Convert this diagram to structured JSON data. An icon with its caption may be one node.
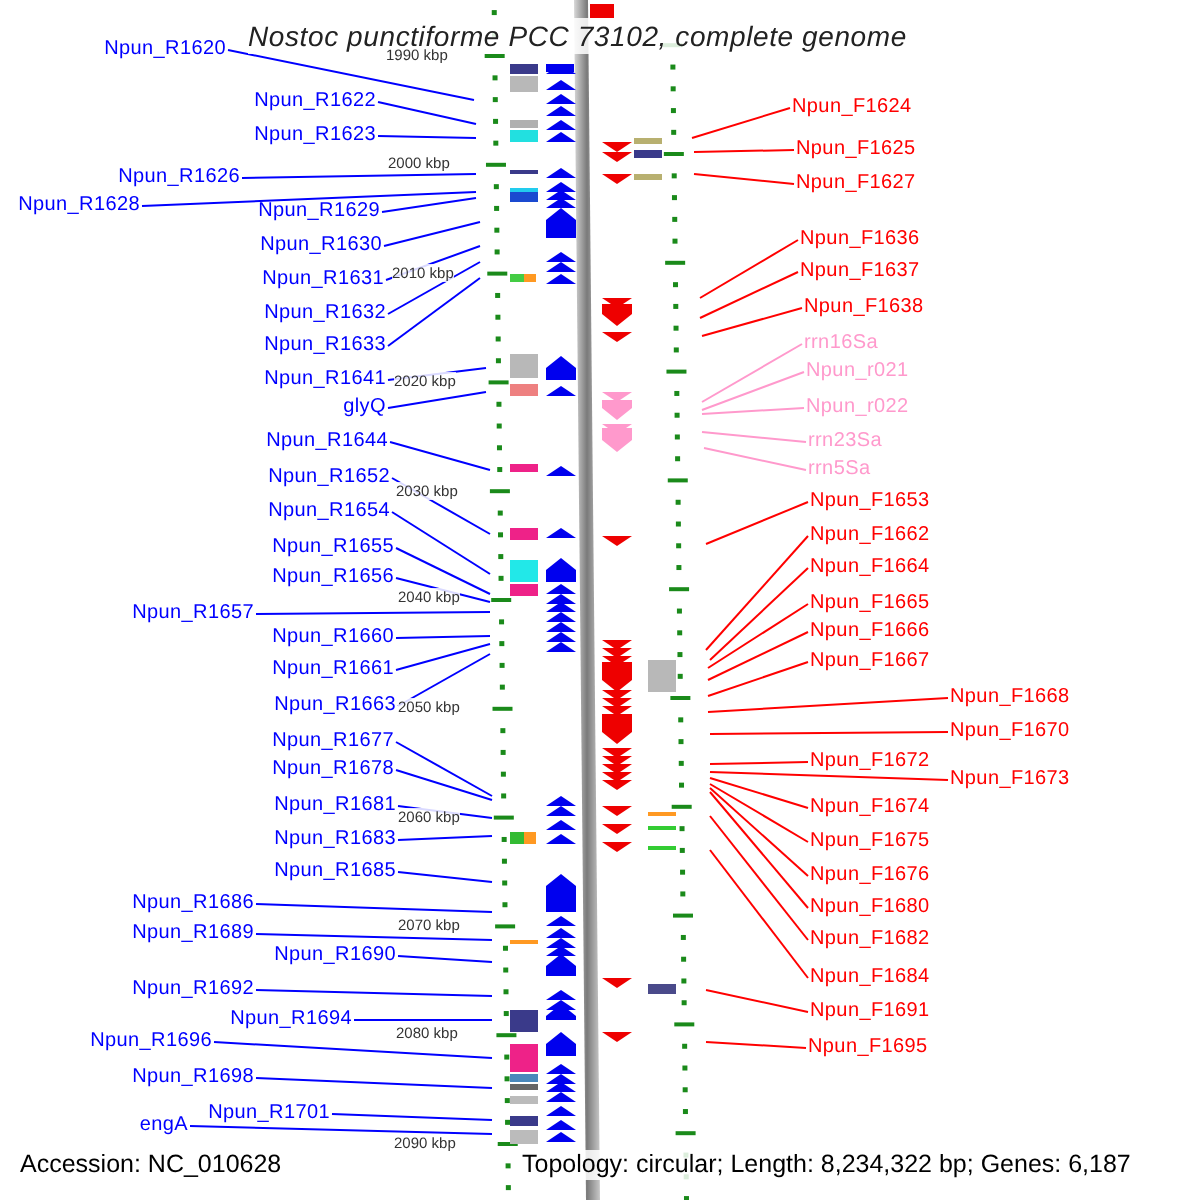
{
  "diagram": {
    "title": "Nostoc punctiforme PCC 73102, complete genome",
    "nodes": [
      {
        "text": [
          "Npun_R1620"
        ]
      },
      {
        "text": [
          "Npun_R1622"
        ]
      },
      {
        "text": [
          "Npun_R1623"
        ]
      },
      {
        "text": [
          "Npun_R1626"
        ]
      },
      {
        "text": [
          "Npun_R1628"
        ]
      },
      {
        "text": [
          "Npun_R1629"
        ]
      },
      {
        "text": [
          "Npun_R1630"
        ]
      },
      {
        "text": [
          "Npun_R1631"
        ]
      },
      {
        "text": [
          "Npun_R1632"
        ]
      },
      {
        "text": [
          "Npun_R1633"
        ]
      },
      {
        "text": [
          "Npun_R1641"
        ]
      },
      {
        "text": [
          "glyQ"
        ]
      },
      {
        "text": [
          "Npun_R1644"
        ]
      },
      {
        "text": [
          "Npun_R1652"
        ]
      },
      {
        "text": [
          "Npun_R1654"
        ]
      },
      {
        "text": [
          "Npun_R1655"
        ]
      },
      {
        "text": [
          "Npun_R1656"
        ]
      },
      {
        "text": [
          "Npun_R1657"
        ]
      },
      {
        "text": [
          "Npun_R1660"
        ]
      },
      {
        "text": [
          "Npun_R1661"
        ]
      },
      {
        "text": [
          "Npun_R1663"
        ]
      },
      {
        "text": [
          "Npun_R1677"
        ]
      },
      {
        "text": [
          "Npun_R1678"
        ]
      },
      {
        "text": [
          "Npun_R1681"
        ]
      },
      {
        "text": [
          "Npun_R1683"
        ]
      },
      {
        "text": [
          "Npun_R1685"
        ]
      },
      {
        "text": [
          "Npun_R1686"
        ]
      },
      {
        "text": [
          "Npun_R1689"
        ]
      },
      {
        "text": [
          "Npun_R1690"
        ]
      },
      {
        "text": [
          "Npun_R1692"
        ]
      },
      {
        "text": [
          "Npun_R1694"
        ]
      },
      {
        "text": [
          "Npun_R1696"
        ]
      },
      {
        "text": [
          "Npun_R1698"
        ]
      },
      {
        "text": [
          "Npun_R1701"
        ]
      },
      {
        "text": [
          "engA"
        ]
      },
      {
        "text": [
          "Npun_F1624"
        ]
      },
      {
        "text": [
          "Npun_F1625"
        ]
      },
      {
        "text": [
          "Npun_F1627"
        ]
      },
      {
        "text": [
          "Npun_F1636"
        ]
      },
      {
        "text": [
          "Npun_F1637"
        ]
      },
      {
        "text": [
          "Npun_F1638"
        ]
      },
      {
        "text": [
          "rrn16Sa"
        ]
      },
      {
        "text": [
          "Npun_r021"
        ]
      },
      {
        "text": [
          "Npun_r022"
        ]
      },
      {
        "text": [
          "rrn23Sa"
        ]
      },
      {
        "text": [
          "rrn5Sa"
        ]
      },
      {
        "text": [
          "Npun_F1653"
        ]
      },
      {
        "text": [
          "Npun_F1662"
        ]
      },
      {
        "text": [
          "Npun_F1664"
        ]
      },
      {
        "text": [
          "Npun_F1665"
        ]
      },
      {
        "text": [
          "Npun_F1666"
        ]
      },
      {
        "text": [
          "Npun_F1667"
        ]
      },
      {
        "text": [
          "Npun_F1668"
        ]
      },
      {
        "text": [
          "Npun_F1670"
        ]
      },
      {
        "text": [
          "Npun_F1672"
        ]
      },
      {
        "text": [
          "Npun_F1673"
        ]
      },
      {
        "text": [
          "Npun_F1674"
        ]
      },
      {
        "text": [
          "Npun_F1675"
        ]
      },
      {
        "text": [
          "Npun_F1676"
        ]
      },
      {
        "text": [
          "Npun_F1680"
        ]
      },
      {
        "text": [
          "Npun_F1682"
        ]
      },
      {
        "text": [
          "Npun_F1684"
        ]
      },
      {
        "text": [
          "Npun_F1691"
        ]
      },
      {
        "text": [
          "Npun_F1695"
        ]
      }
    ],
    "edges": [
      {
        "from": 0,
        "to": null,
        "arrow": "none"
      },
      {
        "from": 1,
        "to": null,
        "arrow": "none"
      },
      {
        "from": 2,
        "to": null,
        "arrow": "none"
      },
      {
        "from": 3,
        "to": null,
        "arrow": "none"
      },
      {
        "from": 4,
        "to": null,
        "arrow": "none"
      },
      {
        "from": 5,
        "to": null,
        "arrow": "none"
      },
      {
        "from": 6,
        "to": null,
        "arrow": "none"
      },
      {
        "from": 7,
        "to": null,
        "arrow": "none"
      },
      {
        "from": 8,
        "to": null,
        "arrow": "none"
      },
      {
        "from": 9,
        "to": null,
        "arrow": "none"
      },
      {
        "from": 10,
        "to": null,
        "arrow": "none"
      },
      {
        "from": 11,
        "to": null,
        "arrow": "none"
      },
      {
        "from": 12,
        "to": null,
        "arrow": "none"
      },
      {
        "from": 13,
        "to": null,
        "arrow": "none"
      },
      {
        "from": 14,
        "to": null,
        "arrow": "none"
      },
      {
        "from": 15,
        "to": null,
        "arrow": "none"
      },
      {
        "from": 16,
        "to": null,
        "arrow": "none"
      },
      {
        "from": 17,
        "to": null,
        "arrow": "none"
      },
      {
        "from": 18,
        "to": null,
        "arrow": "none"
      },
      {
        "from": 19,
        "to": null,
        "arrow": "none"
      },
      {
        "from": 20,
        "to": null,
        "arrow": "none"
      },
      {
        "from": 21,
        "to": null,
        "arrow": "none"
      },
      {
        "from": 22,
        "to": null,
        "arrow": "none"
      },
      {
        "from": 23,
        "to": null,
        "arrow": "none"
      },
      {
        "from": 24,
        "to": null,
        "arrow": "none"
      },
      {
        "from": 25,
        "to": null,
        "arrow": "none"
      },
      {
        "from": 26,
        "to": null,
        "arrow": "none"
      },
      {
        "from": 27,
        "to": null,
        "arrow": "none"
      },
      {
        "from": 28,
        "to": null,
        "arrow": "none"
      },
      {
        "from": 29,
        "to": null,
        "arrow": "none"
      },
      {
        "from": 30,
        "to": null,
        "arrow": "none"
      },
      {
        "from": 31,
        "to": null,
        "arrow": "none"
      },
      {
        "from": 32,
        "to": null,
        "arrow": "none"
      },
      {
        "from": 33,
        "to": null,
        "arrow": "none"
      },
      {
        "from": 34,
        "to": null,
        "arrow": "none"
      },
      {
        "from": 35,
        "to": null,
        "arrow": "none",
        "color": "#ff0000"
      },
      {
        "from": 36,
        "to": null,
        "arrow": "none",
        "color": "#ff0000"
      },
      {
        "from": 37,
        "to": null,
        "arrow": "none",
        "color": "#ff0000"
      },
      {
        "from": 38,
        "to": null,
        "arrow": "none",
        "color": "#ff0000"
      },
      {
        "from": 39,
        "to": null,
        "arrow": "none",
        "color": "#ff0000"
      },
      {
        "from": 40,
        "to": null,
        "arrow": "none",
        "color": "#ff0000"
      },
      {
        "from": 41,
        "to": null,
        "arrow": "none",
        "color": "#ff99cc"
      },
      {
        "from": 42,
        "to": null,
        "arrow": "none",
        "color": "#ff99cc"
      },
      {
        "from": 43,
        "to": null,
        "arrow": "none",
        "color": "#ff99cc"
      },
      {
        "from": 44,
        "to": null,
        "arrow": "none",
        "color": "#ff99cc"
      },
      {
        "from": 45,
        "to": null,
        "arrow": "none",
        "color": "#ff99cc"
      },
      {
        "from": 46,
        "to": null,
        "arrow": "none",
        "color": "#ff0000"
      },
      {
        "from": 47,
        "to": null,
        "arrow": "none",
        "color": "#ff0000"
      },
      {
        "from": 48,
        "to": null,
        "arrow": "none",
        "color": "#ff0000"
      },
      {
        "from": 49,
        "to": null,
        "arrow": "none",
        "color": "#ff0000"
      },
      {
        "from": 50,
        "to": null,
        "arrow": "none",
        "color": "#ff0000"
      },
      {
        "from": 51,
        "to": null,
        "arrow": "none",
        "color": "#ff0000"
      },
      {
        "from": 52,
        "to": null,
        "arrow": "none",
        "color": "#ff0000"
      },
      {
        "from": 53,
        "to": null,
        "arrow": "none",
        "color": "#ff0000"
      },
      {
        "from": 54,
        "to": null,
        "arrow": "none",
        "color": "#ff0000"
      },
      {
        "from": 55,
        "to": null,
        "arrow": "none",
        "color": "#ff0000"
      },
      {
        "from": 56,
        "to": null,
        "arrow": "none",
        "color": "#ff0000"
      },
      {
        "from": 57,
        "to": null,
        "arrow": "none",
        "color": "#ff0000"
      },
      {
        "from": 58,
        "to": null,
        "arrow": "none",
        "color": "#ff0000"
      },
      {
        "from": 59,
        "to": null,
        "arrow": "none",
        "color": "#ff0000"
      },
      {
        "from": 60,
        "to": null,
        "arrow": "none",
        "color": "#ff0000"
      },
      {
        "from": 61,
        "to": null,
        "arrow": "none",
        "color": "#ff0000"
      },
      {
        "from": 62,
        "to": null,
        "arrow": "none",
        "color": "#ff0000"
      },
      {
        "from": 63,
        "to": null,
        "arrow": "none",
        "color": "#ff0000"
      }
    ],
    "labels": [
      "1990 kbp",
      "2000 kbp",
      "2010 kbp",
      "2020 kbp",
      "2030 kbp",
      "2040 kbp",
      "2050 kbp",
      "2060 kbp",
      "2070 kbp",
      "2080 kbp",
      "2090 kbp",
      "Accession: NC_010628",
      "Topology: circular; Length: 8,234,322 bp; Genes: 6,187"
    ]
  }
}
